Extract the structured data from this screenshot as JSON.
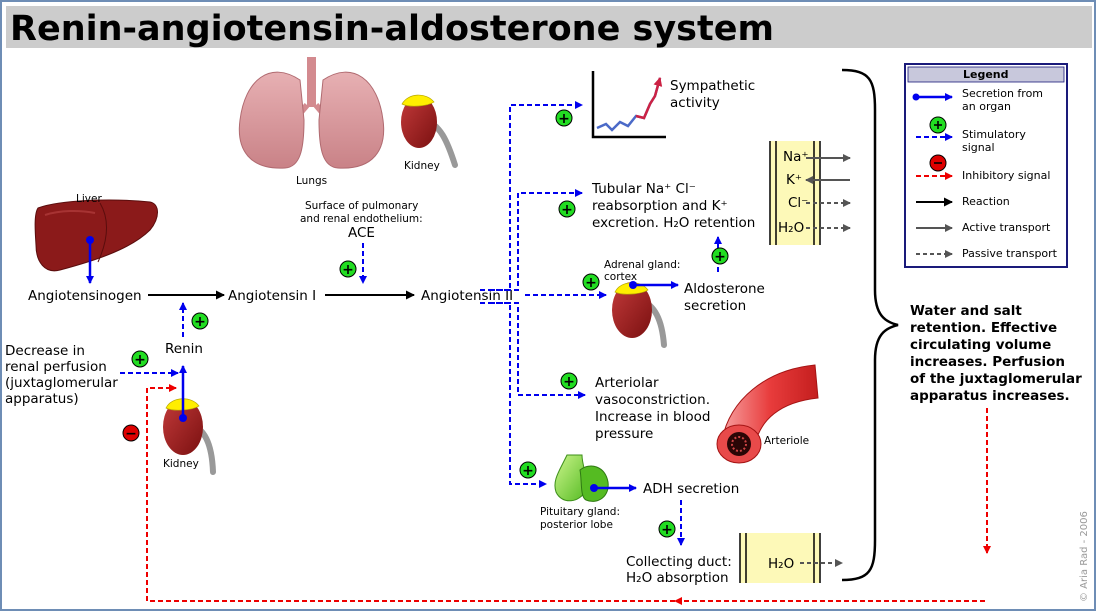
{
  "title": "Renin-angiotensin-aldosterone system",
  "colors": {
    "title_bar": "#cccccc",
    "frame_border": "#6e8db5",
    "secretion": "#0000ee",
    "stimulatory": "#0000ee",
    "inhibitory": "#ee0000",
    "plus_badge": "#22dd22",
    "minus_badge": "#dd0000",
    "membrane_fill": "#fdf9b8",
    "kidney": "#9b1b1b",
    "adrenal": "#ffee00",
    "liver": "#8b1a1a",
    "lungs": "#d9969a",
    "pituitary": "#66cc33",
    "vessel": "#e84a4a"
  },
  "organs": {
    "liver": "Liver",
    "lungs": "Lungs",
    "kidney_top": "Kidney",
    "kidney_bottom": "Kidney",
    "adrenal": [
      "Adrenal gland:",
      "cortex"
    ],
    "pituitary": [
      "Pituitary gland:",
      "posterior lobe"
    ],
    "arteriole": "Arteriole"
  },
  "nodes": {
    "angiotensinogen": "Angiotensinogen",
    "angiotensin_1": "Angiotensin I",
    "angiotensin_2": "Angiotensin II",
    "renin": "Renin",
    "ace_location": [
      "Surface of pulmonary",
      "and renal endothelium:"
    ],
    "ace": "ACE",
    "decrease": [
      "Decrease in",
      "renal perfusion",
      "(juxtaglomerular",
      "apparatus)"
    ],
    "sympathetic": [
      "Sympathetic",
      "activity"
    ],
    "tubular": [
      "Tubular Na⁺ Cl⁻",
      "reabsorption and K⁺",
      "excretion. H₂O retention"
    ],
    "aldosterone": [
      "Aldosterone",
      "secretion"
    ],
    "arteriolar": [
      "Arteriolar",
      "vasoconstriction.",
      "Increase in blood",
      "pressure"
    ],
    "adh": "ADH secretion",
    "collecting_duct": [
      "Collecting duct:",
      "H₂O absorption"
    ],
    "outcome": [
      "Water and salt",
      "retention. Effective",
      "circulating volume",
      "increases. Perfusion",
      "of the juxtaglomerular",
      "apparatus increases."
    ]
  },
  "transport_panel": {
    "ions": [
      "Na⁺",
      "K⁺",
      "Cl⁻",
      "H₂O"
    ],
    "duct_ion": "H₂O"
  },
  "legend": {
    "title": "Legend",
    "items": [
      {
        "label": [
          "Secretion from",
          "an organ"
        ],
        "kind": "secretion"
      },
      {
        "label": [
          "Stimulatory",
          "signal"
        ],
        "kind": "stimulatory"
      },
      {
        "label": [
          "Inhibitory signal"
        ],
        "kind": "inhibitory"
      },
      {
        "label": [
          "Reaction"
        ],
        "kind": "reaction"
      },
      {
        "label": [
          "Active transport"
        ],
        "kind": "active"
      },
      {
        "label": [
          "Passive transport"
        ],
        "kind": "passive"
      }
    ]
  },
  "credit": "© Aria Rad - 2006",
  "badges": {
    "plus": "+",
    "minus": "−"
  }
}
